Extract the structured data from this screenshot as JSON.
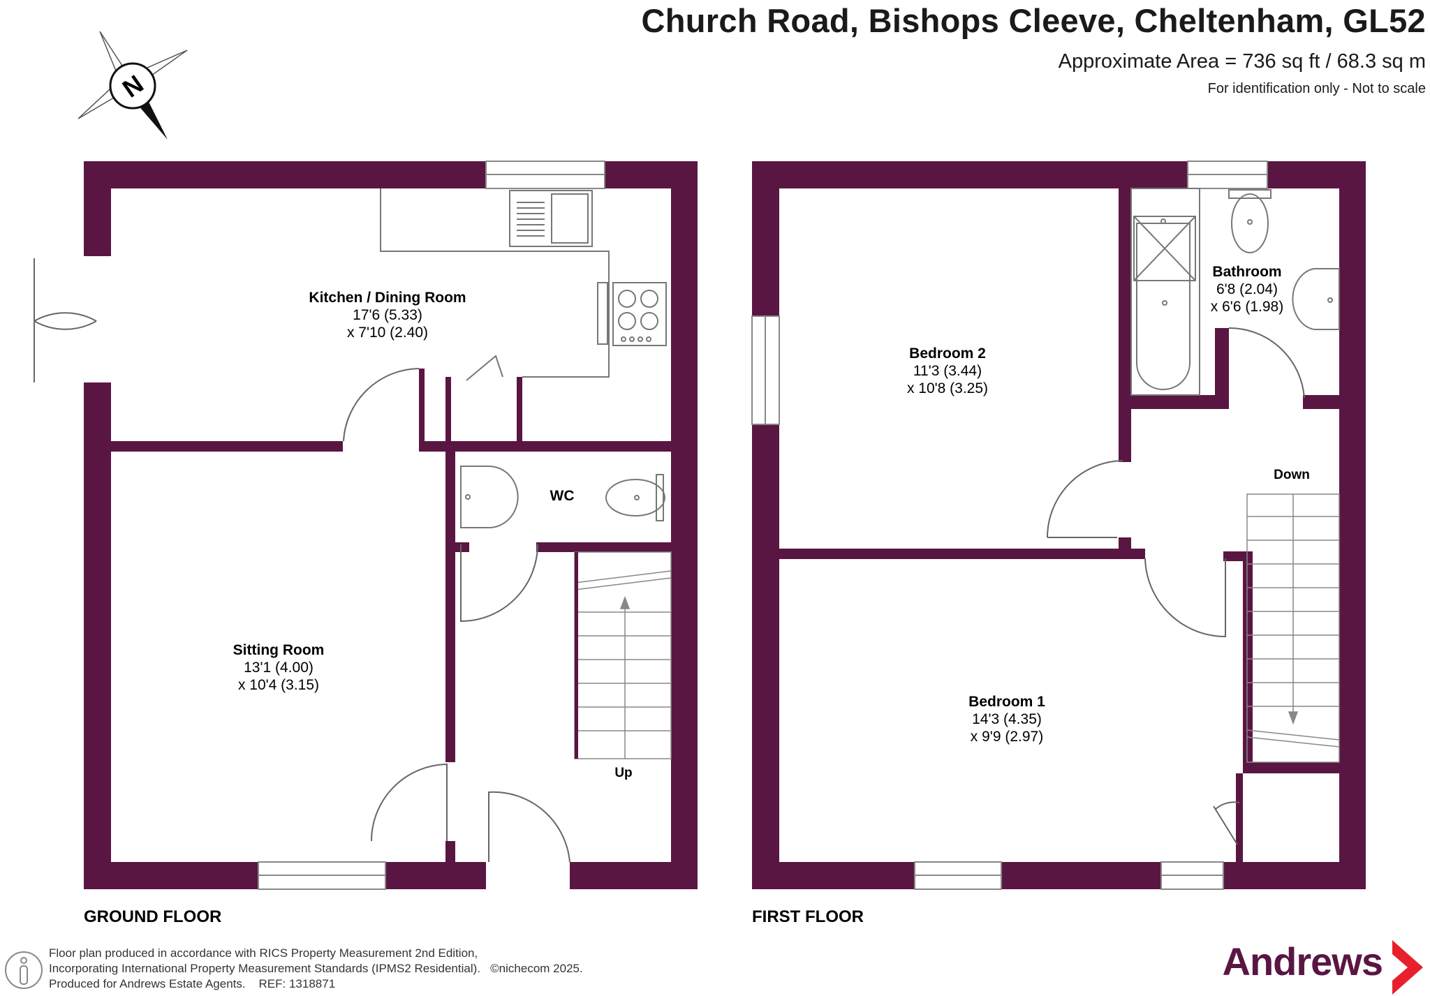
{
  "header": {
    "title": "Church Road, Bishops Cleeve, Cheltenham, GL52",
    "area": "Approximate Area = 736 sq ft / 68.3 sq m",
    "note": "For identification only - Not to scale"
  },
  "compass": {
    "letter": "N"
  },
  "floors": {
    "ground": {
      "label": "GROUND FLOOR",
      "rooms": [
        {
          "name": "Kitchen / Dining Room",
          "dim1": "17'6 (5.33)",
          "dim2": "x 7'10 (2.40)"
        },
        {
          "name": "Sitting Room",
          "dim1": "13'1 (4.00)",
          "dim2": "x 10'4 (3.15)"
        },
        {
          "name": "WC"
        }
      ],
      "stairs_label": "Up"
    },
    "first": {
      "label": "FIRST FLOOR",
      "rooms": [
        {
          "name": "Bedroom 2",
          "dim1": "11'3 (3.44)",
          "dim2": "x 10'8 (3.25)"
        },
        {
          "name": "Bathroom",
          "dim1": "6'8 (2.04)",
          "dim2": "x 6'6 (1.98)"
        },
        {
          "name": "Bedroom 1",
          "dim1": "14'3 (4.35)",
          "dim2": "x 9'9 (2.97)"
        }
      ],
      "stairs_label": "Down"
    }
  },
  "footer": {
    "line1": "Floor plan produced in accordance with RICS Property Measurement 2nd Edition,",
    "line2": "Incorporating International Property Measurement Standards (IPMS2 Residential).",
    "copyright": "©nichecom 2025.",
    "line3": "Produced for Andrews Estate Agents.",
    "ref": "REF: 1318871"
  },
  "brand": {
    "name": "Andrews",
    "color": "#5a1642"
  },
  "colors": {
    "wall": "#5a1642",
    "fixture": "#777777"
  }
}
